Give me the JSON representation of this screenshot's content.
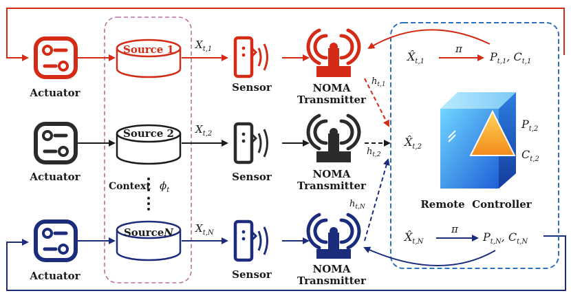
{
  "colors": {
    "red": "#d42a16",
    "black": "#2b2b2b",
    "navy": "#1c2c7c",
    "context_border": "#b76fa0",
    "controller_border": "#2a6fc0"
  },
  "rows": [
    {
      "id": "row1",
      "actuator_label": "Actuator",
      "source_label": "Source 1",
      "signal_label": "X",
      "signal_sub": "t,1",
      "sensor_label": "Sensor",
      "transmitter_line1": "NOMA",
      "transmitter_line2": "Transmitter",
      "channel_label": "h",
      "channel_sub": "t,1",
      "est_label": "X̂",
      "est_sub": "t,1",
      "policy_label": "π",
      "output_label": "P",
      "output_sub": "t,1",
      "output_label2": "C",
      "output_sub2": "t,1"
    },
    {
      "id": "row2",
      "actuator_label": "Actuator",
      "source_label": "Source 2",
      "signal_label": "X",
      "signal_sub": "t,2",
      "sensor_label": "Sensor",
      "transmitter_line1": "NOMA",
      "transmitter_line2": "Transmitter",
      "channel_label": "h",
      "channel_sub": "t,2",
      "est_label": "X̂",
      "est_sub": "t,2",
      "output_label": "P",
      "output_sub": "t,2",
      "output_label2": "C",
      "output_sub2": "t,2"
    },
    {
      "id": "rowN",
      "actuator_label": "Actuator",
      "source_label": "Source",
      "source_label_italic": "N",
      "signal_label": "X",
      "signal_sub": "t,N",
      "sensor_label": "Sensor",
      "transmitter_line1": "NOMA",
      "transmitter_line2": "Transmitter",
      "channel_label": "h",
      "channel_sub": "t,N",
      "est_label": "X̂",
      "est_sub": "t,N",
      "policy_label": "π",
      "output_label": "P",
      "output_sub": "t,N",
      "output_label2": "C",
      "output_sub2": "t,N"
    }
  ],
  "context": {
    "label": "Context",
    "symbol": "ϕ",
    "symbol_sub": "t"
  },
  "controller": {
    "label": "Remote  Controller"
  },
  "icons": {
    "actuator": "toggle-switch-panel-icon",
    "source": "database-cylinder-icon",
    "sensor": "sensor-wave-icon",
    "transmitter": "radio-tower-icon",
    "controller": "server-tower-icon"
  }
}
